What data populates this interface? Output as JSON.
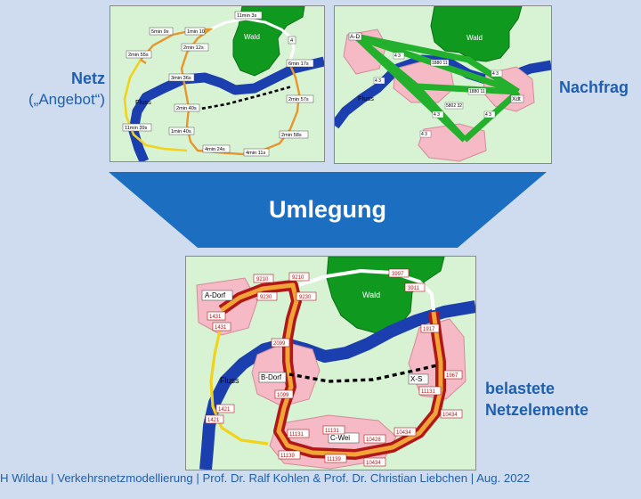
{
  "slide": {
    "netz_label_line1": "Netz",
    "netz_label_line2": "(„Angebot“)",
    "nachfrage_label": "Nachfrag",
    "funnel_label": "Umlegung",
    "result_label_line1": "belastete",
    "result_label_line2": "Netzelemente",
    "footer": "H Wildau  |  Verkehrsnetzmodellierung  |  Prof. Dr. Ralf Kohlen & Prof. Dr. Christian Liebchen  |  Aug. 2022"
  },
  "colors": {
    "background": "#cfdcef",
    "funnel": "#1c6fc0",
    "label_blue": "#1f5fb0",
    "forest": "#0f9a1f",
    "river": "#1c3fb0",
    "zone": "#f6b9c6",
    "demand": "#23b02d",
    "load": "#d41f1f"
  },
  "network_panel": {
    "forest_label": "Wald",
    "river_label": "Fluss",
    "link_labels": [
      "11min 3s",
      "5min 9s",
      "2min 12s",
      "2min 55s",
      "6min 17s",
      "3min 36s",
      "2min 57s",
      "2min 40s",
      "11min 39s",
      "1min 40s",
      "2min 58s",
      "4min 24s",
      "4min 11s",
      "1min 10",
      "4"
    ]
  },
  "demand_panel": {
    "forest_label": "Wald",
    "river_label": "Fluss",
    "zone_labels": [
      "A-D",
      "Xdt"
    ],
    "flow_labels": [
      "1880 11",
      "1880 11",
      "5802 32",
      "4 3",
      "4 3",
      "4 3",
      "4 3",
      "4 3",
      "4 3"
    ]
  },
  "loaded_panel": {
    "forest_label": "Wald",
    "river_label": "Fluss",
    "zone_labels": [
      "A-Dorf",
      "B-Dorf",
      "X-S",
      "C-Wei"
    ],
    "load_labels": [
      "9210",
      "9210",
      "9230",
      "9230",
      "3997",
      "3911",
      "1431",
      "1431",
      "2099",
      "1099",
      "1421",
      "1421",
      "11131",
      "11131",
      "11139",
      "11139",
      "10428",
      "10434",
      "10434",
      "10434",
      "11131",
      "1917",
      "1967"
    ]
  }
}
